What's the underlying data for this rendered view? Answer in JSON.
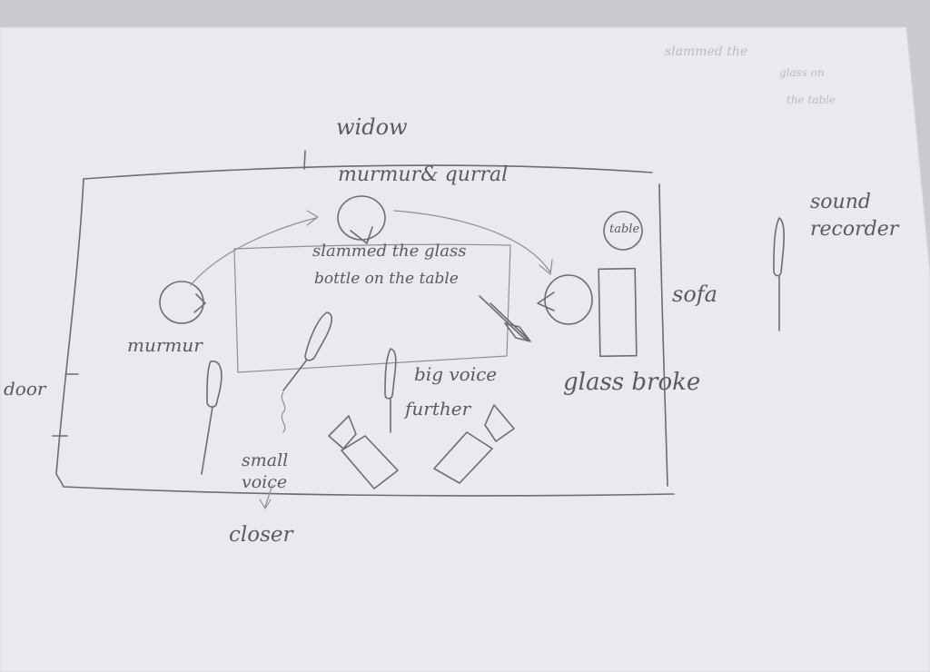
{
  "labels": {
    "window": "widow",
    "top_sound": "murmur& qurral",
    "action": "slammed the glass",
    "action_line2": "bottle on the table",
    "left_sound": "murmur",
    "door": "door",
    "table": "table",
    "sofa": "sofa",
    "sound_recorder": "sound",
    "sound_recorder_line2": "recorder",
    "glass_broke": "glass broke",
    "big_voice": "big voice",
    "big_voice_line2": "further",
    "small_voice": "small",
    "small_voice_line2": "voice",
    "closer": "closer"
  },
  "faint_notes": [
    "slammed the",
    "glass on",
    "the table"
  ]
}
